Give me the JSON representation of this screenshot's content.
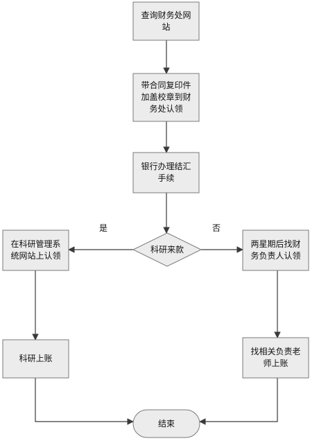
{
  "diagram": {
    "colors": {
      "box_fill": "#ececec",
      "stroke": "#7a7a7a",
      "arrow": "#3a3a3a",
      "text": "#111111"
    },
    "nodes": [
      {
        "id": "n1",
        "shape": "rect",
        "label": "查询财务处网站"
      },
      {
        "id": "n2",
        "shape": "rect",
        "label": "带合同复印件加盖校章到财务处认领"
      },
      {
        "id": "n3",
        "shape": "rect",
        "label": "银行办理结汇手续"
      },
      {
        "id": "n4",
        "shape": "diamond",
        "label": "科研来款"
      },
      {
        "id": "n5",
        "shape": "rect",
        "label": "在科研管理系统网站上认领"
      },
      {
        "id": "n6",
        "shape": "rect",
        "label": "两星期后找财务负责人认领"
      },
      {
        "id": "n7",
        "shape": "rect",
        "label": "科研上账"
      },
      {
        "id": "n8",
        "shape": "rect",
        "label": "找相关负责老师上账"
      },
      {
        "id": "n9",
        "shape": "terminator",
        "label": "结束"
      }
    ],
    "edges": [
      {
        "from": "n1",
        "to": "n2",
        "label": ""
      },
      {
        "from": "n2",
        "to": "n3",
        "label": ""
      },
      {
        "from": "n3",
        "to": "n4",
        "label": ""
      },
      {
        "from": "n4",
        "to": "n5",
        "label": "是"
      },
      {
        "from": "n4",
        "to": "n6",
        "label": "否"
      },
      {
        "from": "n5",
        "to": "n7",
        "label": ""
      },
      {
        "from": "n6",
        "to": "n8",
        "label": ""
      },
      {
        "from": "n7",
        "to": "n9",
        "label": ""
      },
      {
        "from": "n8",
        "to": "n9",
        "label": ""
      }
    ]
  }
}
